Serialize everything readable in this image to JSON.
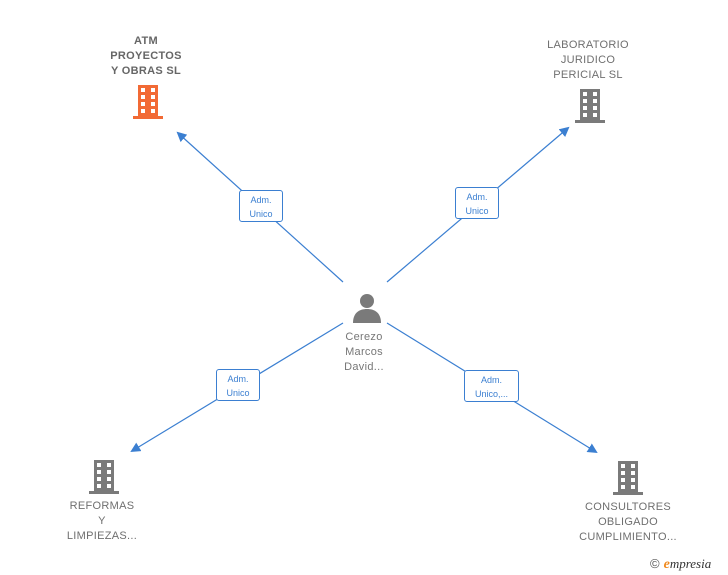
{
  "center": {
    "name_lines": [
      "Cerezo",
      "Marcos",
      "David..."
    ]
  },
  "companies": [
    {
      "id": "atm",
      "lines": [
        "ATM",
        "PROYECTOS",
        "Y OBRAS  SL"
      ],
      "highlight": true
    },
    {
      "id": "lab",
      "lines": [
        "LABORATORIO",
        "JURIDICO",
        "PERICIAL  SL"
      ],
      "highlight": false
    },
    {
      "id": "ref",
      "lines": [
        "REFORMAS",
        "Y",
        "LIMPIEZAS..."
      ],
      "highlight": false
    },
    {
      "id": "con",
      "lines": [
        "CONSULTORES",
        "OBLIGADO",
        "CUMPLIMIENTO..."
      ],
      "highlight": false
    }
  ],
  "edges": [
    {
      "target": "atm",
      "lines": [
        "Adm.",
        "Unico"
      ]
    },
    {
      "target": "lab",
      "lines": [
        "Adm.",
        "Unico"
      ]
    },
    {
      "target": "ref",
      "lines": [
        "Adm.",
        "Unico"
      ]
    },
    {
      "target": "con",
      "lines": [
        "Adm.",
        "Unico,..."
      ]
    }
  ],
  "colors": {
    "edge": "#3b7fd1",
    "highlight_building": "#f26a35",
    "building": "#7a7a7a"
  },
  "brand": {
    "copyright": "©",
    "initial": "e",
    "rest": "mpresia"
  }
}
